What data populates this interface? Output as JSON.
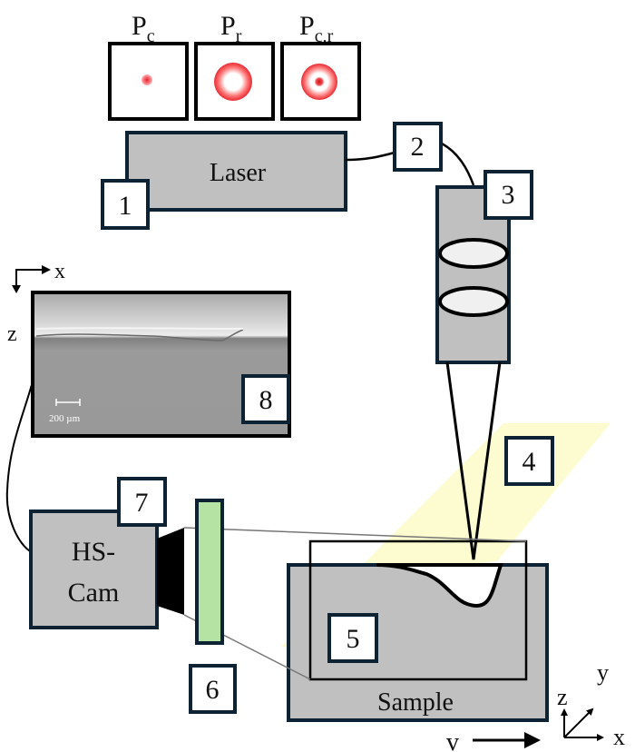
{
  "diagram": {
    "beam_profiles": [
      {
        "label": "P",
        "subscript": "c",
        "profile": "center"
      },
      {
        "label": "P",
        "subscript": "r",
        "profile": "ring"
      },
      {
        "label": "P",
        "subscript": "c,r",
        "profile": "center+ring"
      }
    ],
    "components": {
      "laser": "Laser",
      "camera_line1": "HS-",
      "camera_line2": "Cam",
      "sample": "Sample"
    },
    "markers": [
      "1",
      "2",
      "3",
      "4",
      "5",
      "6",
      "7",
      "8"
    ],
    "inset": {
      "scale_bar": "200 µm",
      "axis_x": "x",
      "axis_z": "z"
    },
    "axes": {
      "x": "x",
      "y": "y",
      "z": "z"
    },
    "velocity_label": "v",
    "colors": {
      "box_fill": "#c0c0c0",
      "box_stroke": "#0d2233",
      "filter": "#b5e3a3",
      "plane": "#fdfcc8",
      "laser_spot": "#e8202a",
      "lens": "#f0f0f0"
    }
  }
}
